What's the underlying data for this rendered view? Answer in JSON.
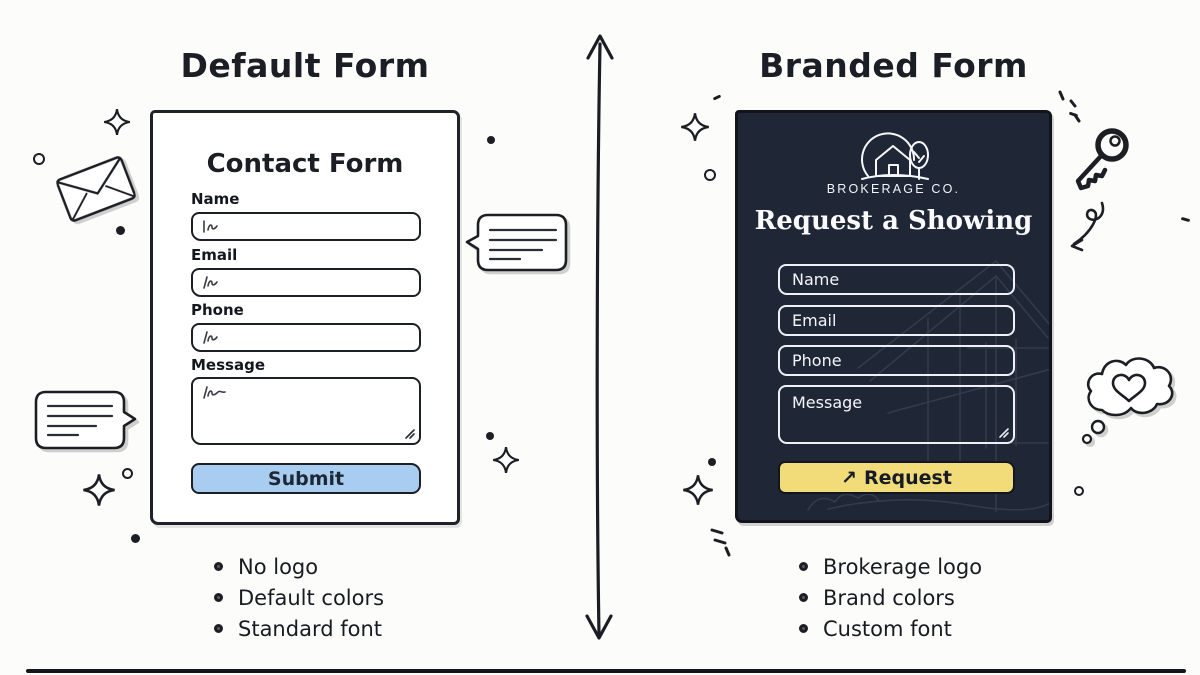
{
  "left": {
    "title": "Default Form",
    "card": {
      "heading": "Contact Form",
      "fields": [
        {
          "label": "Name",
          "type": "text"
        },
        {
          "label": "Email",
          "type": "text"
        },
        {
          "label": "Phone",
          "type": "text"
        },
        {
          "label": "Message",
          "type": "textarea"
        }
      ],
      "submit_label": "Submit",
      "accent_color": "#a9cdf0"
    },
    "notes": [
      "No logo",
      "Default colors",
      "Standard font"
    ]
  },
  "right": {
    "title": "Branded Form",
    "card": {
      "logo_text": "BROKERAGE CO.",
      "heading": "Request a Showing",
      "fields": [
        {
          "placeholder": "Name",
          "type": "text"
        },
        {
          "placeholder": "Email",
          "type": "text"
        },
        {
          "placeholder": "Phone",
          "type": "text"
        },
        {
          "placeholder": "Message",
          "type": "textarea"
        }
      ],
      "submit_icon": "↗",
      "submit_label": "Request",
      "background_color": "#1f2635",
      "accent_color": "#f2dc79"
    },
    "notes": [
      "Brokerage logo",
      "Brand colors",
      "Custom font"
    ]
  }
}
